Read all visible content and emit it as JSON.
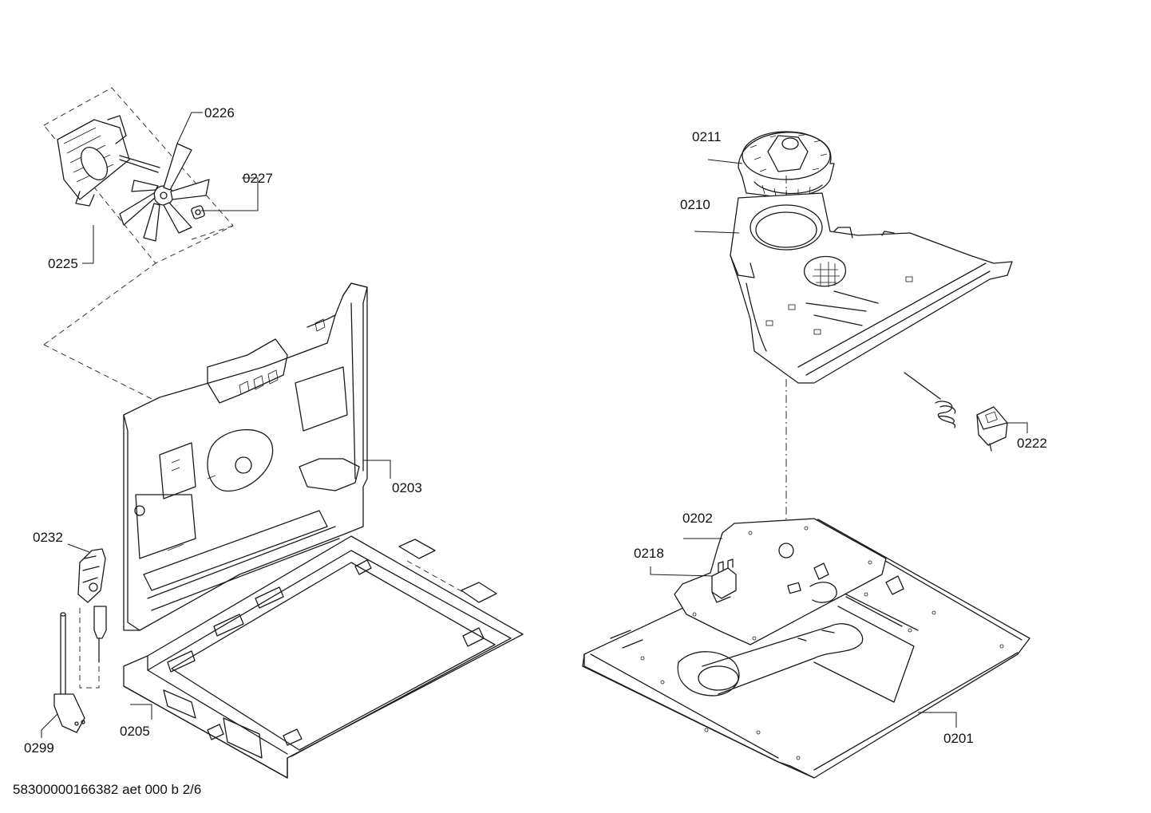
{
  "labels": {
    "l0226": "0226",
    "l0227": "0227",
    "l0225": "0225",
    "l0211": "0211",
    "l0210": "0210",
    "l0203": "0203",
    "l0222": "0222",
    "l0232": "0232",
    "l0202": "0202",
    "l0218": "0218",
    "l0205": "0205",
    "l0201": "0201",
    "l0299": "0299"
  },
  "document_reference": "58300000166382 aet 000 b 2/6"
}
